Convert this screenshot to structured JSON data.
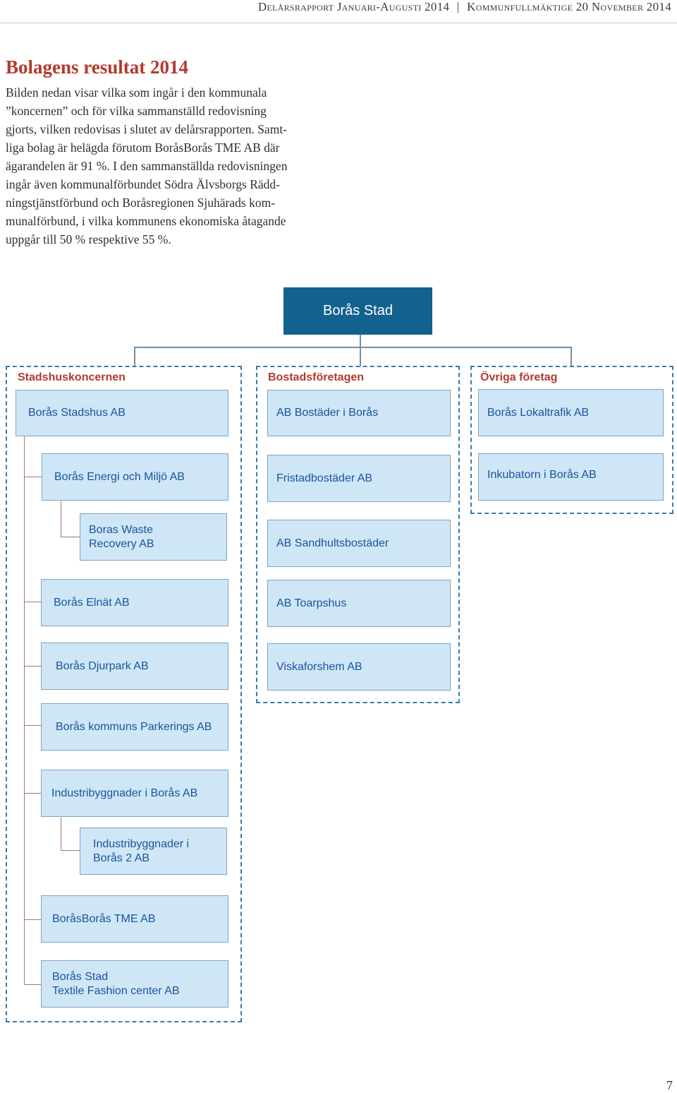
{
  "header": {
    "left": "Delårsrapport Januari-Augusti 2014",
    "separator": "|",
    "right": "Kommunfullmäktige 20 November 2014"
  },
  "section": {
    "title": "Bolagens resultat 2014",
    "paragraph_lines": [
      "Bilden nedan visar vilka som ingår i den kommunala",
      "”koncernen” och för vilka sammanställd redovisning",
      "gjorts, vilken redovisas i slutet av delårsrapporten. Samt-",
      "liga bolag är helägda förutom BoråsBorås TME AB där",
      "ägarandelen är 91 %. I den sammanställda redovisningen",
      "ingår även kommunalförbundet Södra Älvsborgs Rädd-",
      "ningstjänstförbund och Boråsregionen Sjuhärads kom-",
      "munalförbund, i vilka kommunens ekonomiska åtagande",
      "uppgår till 50 % respektive 55 %."
    ]
  },
  "org": {
    "root": "Borås Stad",
    "groups": {
      "stadshus": {
        "label": "Stadshuskoncernen",
        "items": [
          "Borås Stadshus AB",
          "Borås Energi och Miljö AB",
          "Boras Waste\nRecovery AB",
          "Borås Elnät AB",
          "Borås Djurpark AB",
          "Borås kommuns Parkerings AB",
          "Industribyggnader i Borås AB",
          "Industribyggnader i\nBorås 2 AB",
          "BoråsBorås TME AB",
          "Borås Stad\nTextile Fashion center AB"
        ]
      },
      "bostad": {
        "label": "Bostadsföretagen",
        "items": [
          "AB Bostäder i Borås",
          "Fristadbostäder AB",
          "AB Sandhultsbostäder",
          "AB Toarpshus",
          "Viskaforshem AB"
        ]
      },
      "ovriga": {
        "label": "Övriga företag",
        "items": [
          "Borås Lokaltrafik AB",
          "Inkubatorn i Borås AB"
        ]
      }
    }
  },
  "page_number": "7",
  "colors": {
    "heading_red": "#b33a2e",
    "root_blue": "#12628d",
    "box_fill": "#cfe6f6",
    "box_text": "#19549c",
    "dash_border": "#3a7ca8"
  }
}
